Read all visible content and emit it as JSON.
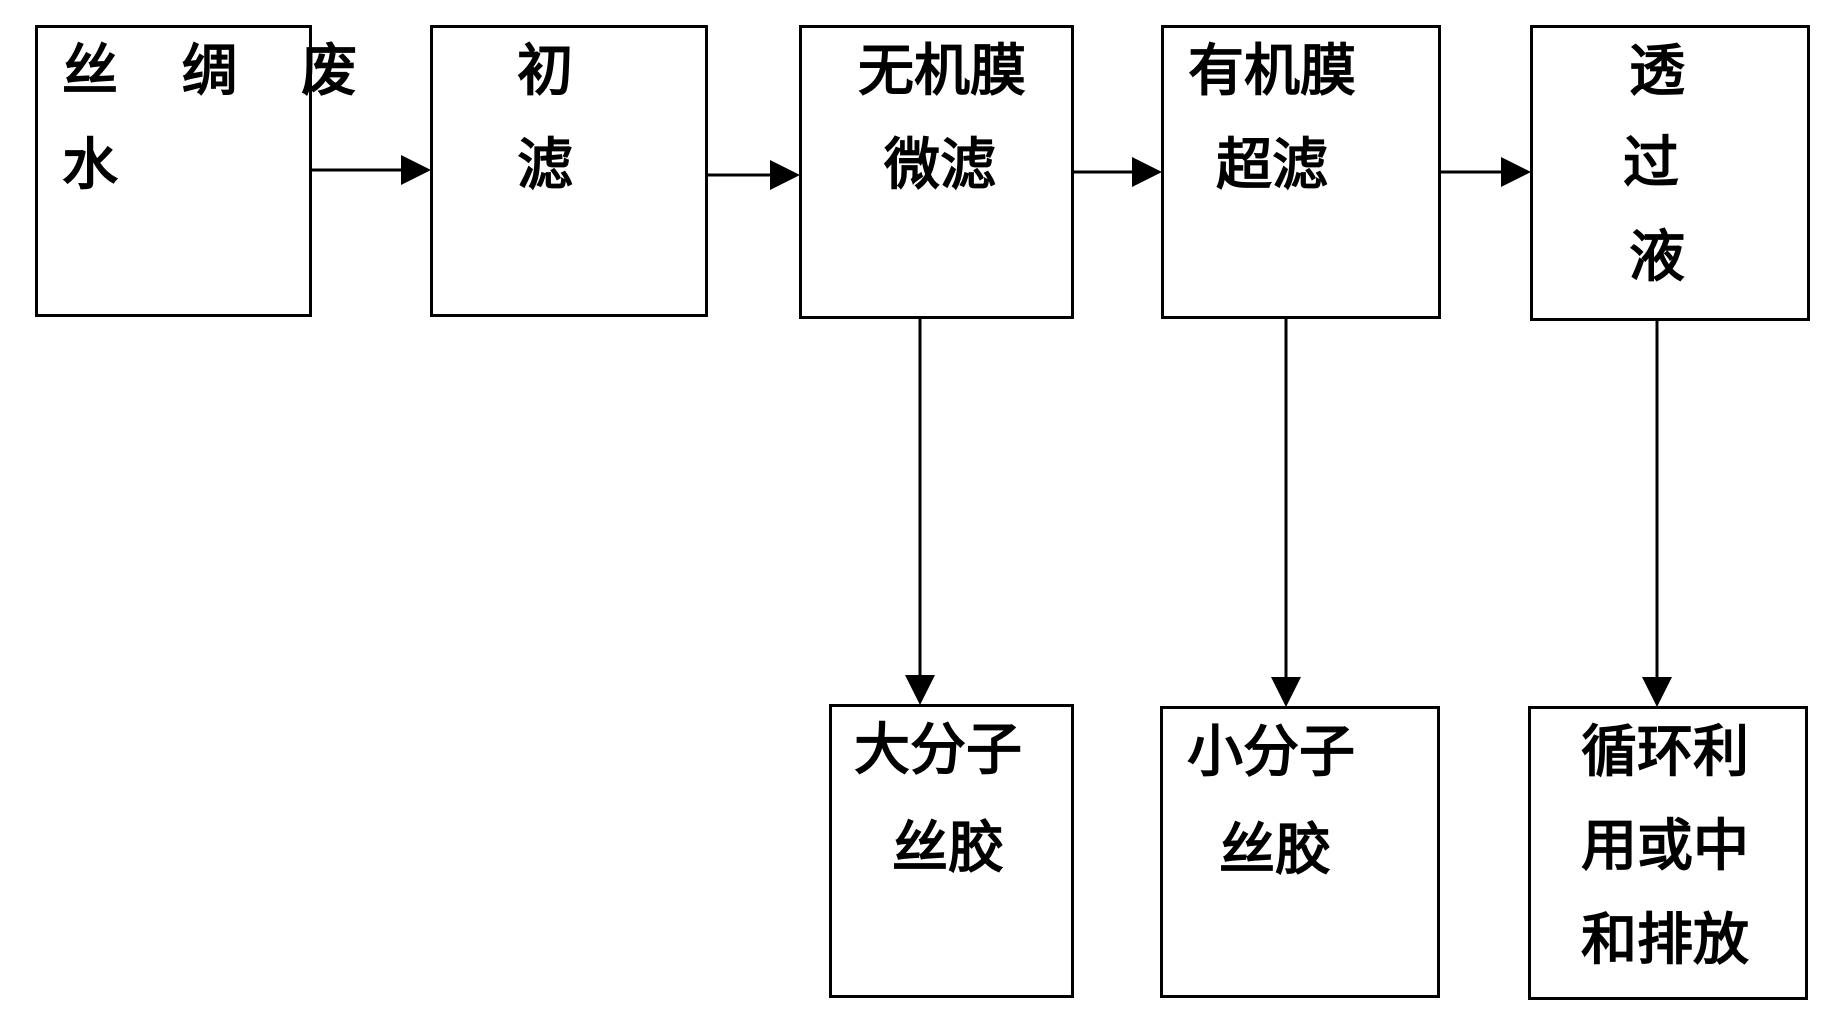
{
  "nodes": {
    "waste_water": {
      "lines": [
        "丝 绸 废",
        "水"
      ]
    },
    "prefilter": {
      "lines": [
        "初",
        "滤"
      ]
    },
    "inorganic_mf": {
      "lines": [
        "无机膜",
        "微滤"
      ]
    },
    "organic_uf": {
      "lines": [
        "有机膜",
        "超滤"
      ]
    },
    "permeate": {
      "lines": [
        "透",
        "过",
        "液"
      ]
    },
    "macro_sericin": {
      "lines": [
        "大分子",
        "丝胶"
      ]
    },
    "micro_sericin": {
      "lines": [
        "小分子",
        "丝胶"
      ]
    },
    "reuse_discharge": {
      "lines": [
        "循环利",
        "用或中",
        "和排放"
      ]
    }
  },
  "colors": {
    "line": "#000000",
    "background": "#ffffff"
  }
}
